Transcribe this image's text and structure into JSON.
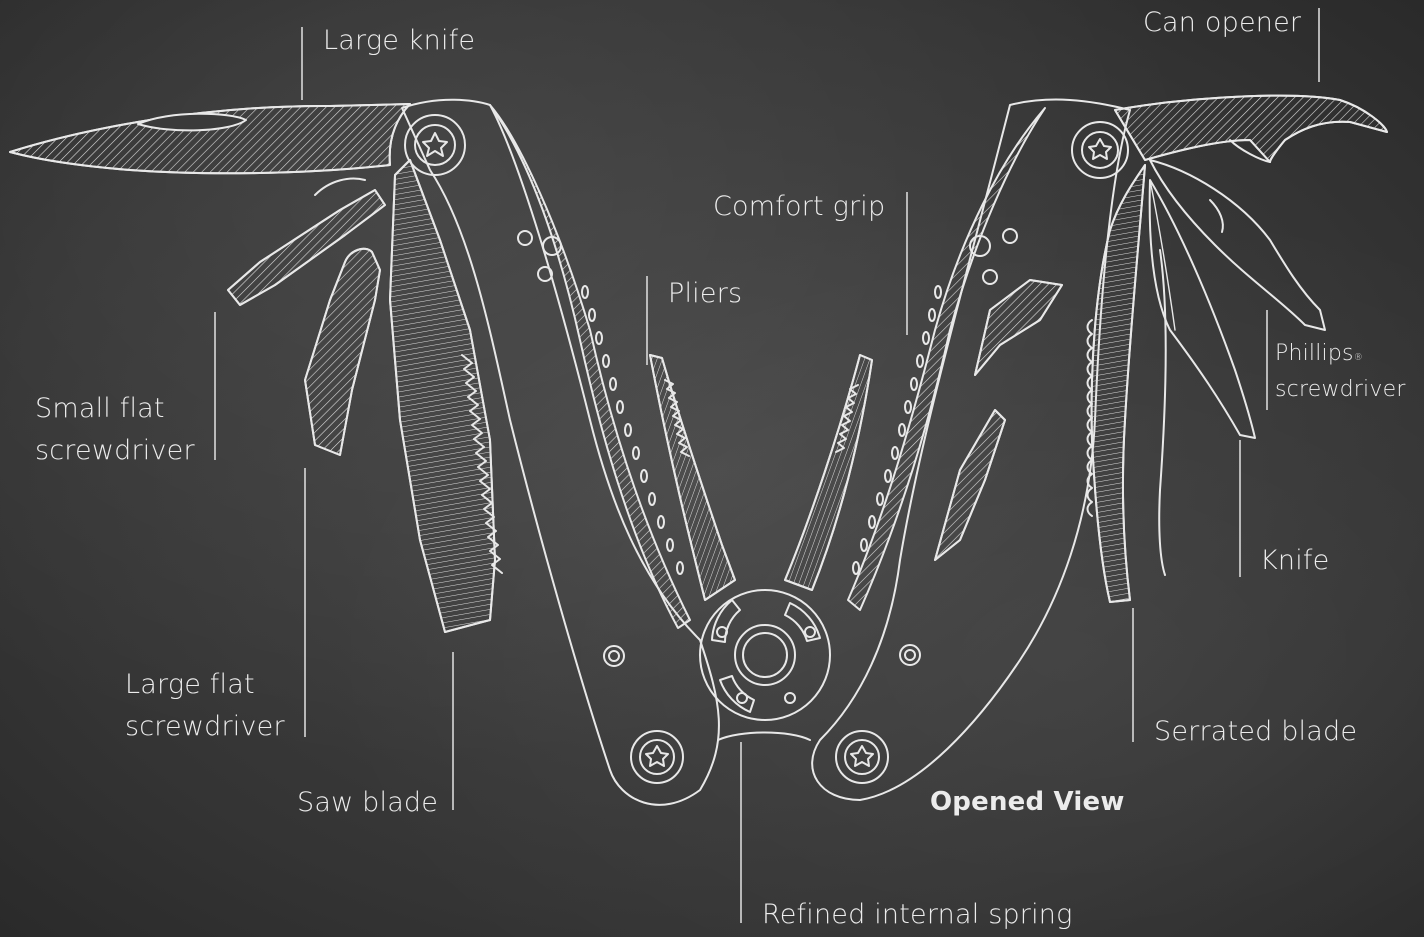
{
  "diagram": {
    "caption": "Opened View",
    "callouts": {
      "large_knife": "Large knife",
      "can_opener": "Can opener",
      "comfort_grip": "Comfort grip",
      "pliers": "Pliers",
      "small_flat_screwdriver_line1": "Small flat",
      "small_flat_screwdriver_line2": "screwdriver",
      "phillips_screwdriver_line1": "Phillips",
      "phillips_mark": "®",
      "phillips_screwdriver_line2": "screwdriver",
      "knife": "Knife",
      "large_flat_screwdriver_line1": "Large flat",
      "large_flat_screwdriver_line2": "screwdriver",
      "serrated_blade": "Serrated blade",
      "saw_blade": "Saw blade",
      "refined_internal_spring": "Refined internal spring"
    }
  },
  "colors": {
    "chalkboard": "#3a3a3a",
    "line": "#e8e8e8"
  }
}
